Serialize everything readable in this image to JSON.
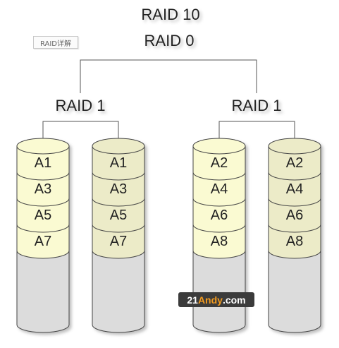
{
  "title_top": "RAID 10",
  "title_sub": "RAID 0",
  "tag_label": "RAID详解",
  "group_labels": [
    "RAID 1",
    "RAID 1"
  ],
  "disks": [
    {
      "blocks": [
        "A1",
        "A3",
        "A5",
        "A7"
      ]
    },
    {
      "blocks": [
        "A1",
        "A3",
        "A5",
        "A7"
      ]
    },
    {
      "blocks": [
        "A2",
        "A4",
        "A6",
        "A8"
      ]
    },
    {
      "blocks": [
        "A2",
        "A4",
        "A6",
        "A8"
      ]
    }
  ],
  "watermark": {
    "prefix": "21",
    "mid": "Andy",
    "suffix": ".com"
  },
  "colors": {
    "block_light": "#fafad2",
    "block_tint": "#ecebc8",
    "empty_body": "#dcdcdc",
    "line": "#555555",
    "watermark_bg": "#3b3b3b",
    "watermark_accent": "#f19a1f"
  }
}
